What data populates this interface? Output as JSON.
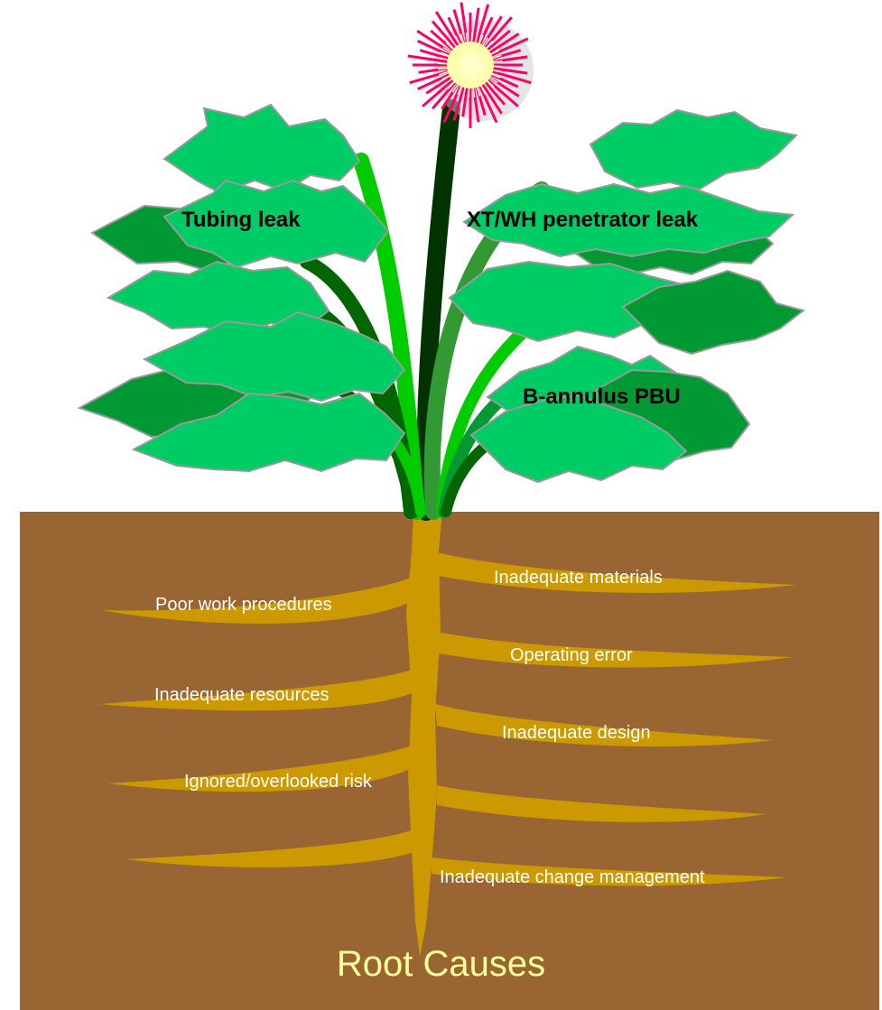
{
  "colors": {
    "soil": "#996633",
    "root": "#cc9900",
    "leaf_light": "#00cc66",
    "leaf_dark": "#009933",
    "stem_light": "#00cc00",
    "stem_dark": "#006600",
    "flower_petal": "#ff0066",
    "flower_center": "#ffff99",
    "symptom_text": "#000000",
    "cause_text": "#ffffff",
    "title_text": "#ffff99"
  },
  "symptoms": [
    "Tubing leak",
    "XT/WH penetrator leak",
    "B-annulus PBU"
  ],
  "causes": [
    "Inadequate materials",
    "Poor work procedures",
    "Operating error",
    "Inadequate resources",
    "Inadequate design",
    "Ignored/overlooked risk",
    "Inadequate change management"
  ],
  "title": "Root Causes"
}
